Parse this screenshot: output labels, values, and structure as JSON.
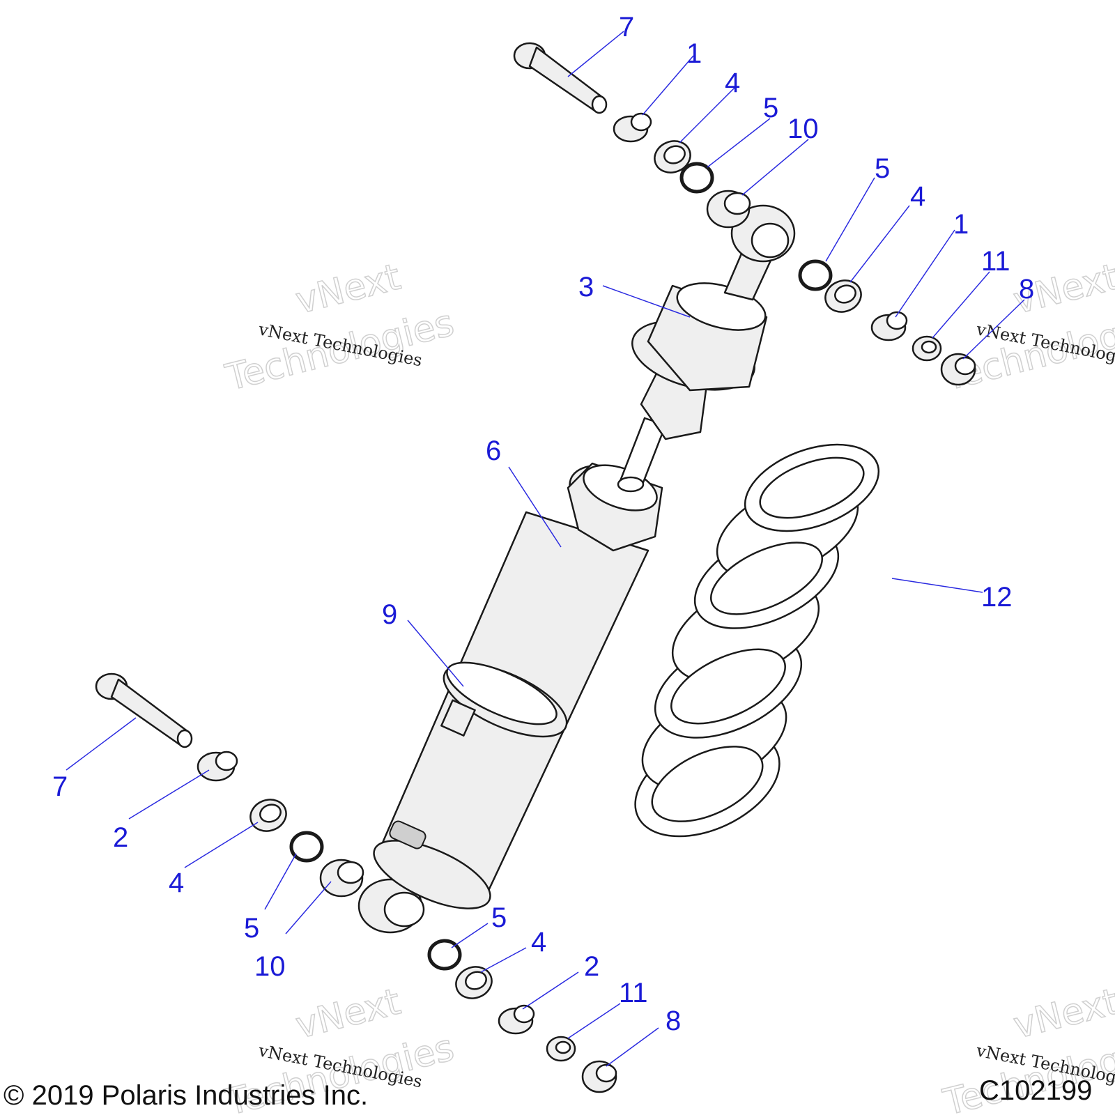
{
  "callouts": {
    "c7a": "7",
    "c1a": "1",
    "c4a": "4",
    "c5a": "5",
    "c10a": "10",
    "c5b": "5",
    "c4b": "4",
    "c1b": "1",
    "c11a": "11",
    "c8a": "8",
    "c3": "3",
    "c6": "6",
    "c12": "12",
    "c9": "9",
    "c7b": "7",
    "c2a": "2",
    "c4c": "4",
    "c5c": "5",
    "c10b": "10",
    "c5d": "5",
    "c4d": "4",
    "c2b": "2",
    "c11b": "11",
    "c8b": "8"
  },
  "watermarks": {
    "brand_big_1": "vNext",
    "brand_big_2": "Technologies",
    "brand_small": "vNext Technologies"
  },
  "footer": {
    "copyright": "© 2019 Polaris Industries Inc.",
    "figure_code": "C102199"
  },
  "colors": {
    "callout": "#1a1ad6",
    "part_fill": "#efefef"
  }
}
